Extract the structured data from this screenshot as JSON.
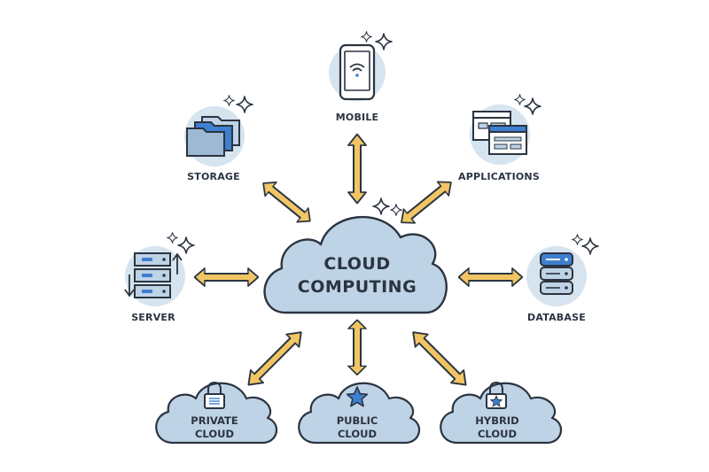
{
  "center": {
    "line1": "CLOUD",
    "line2": "COMPUTING"
  },
  "nodes": {
    "mobile": "MOBILE",
    "storage": "STORAGE",
    "applications": "APPLICATIONS",
    "server": "SERVER",
    "database": "DATABASE"
  },
  "clouds": {
    "private": {
      "line1": "PRIVATE",
      "line2": "CLOUD"
    },
    "public": {
      "line1": "PUBLIC",
      "line2": "CLOUD"
    },
    "hybrid": {
      "line1": "HYBRID",
      "line2": "CLOUD"
    }
  },
  "colors": {
    "cloud_fill": "#bfd3e6",
    "icon_bg": "#d6e4f0",
    "outline": "#2b3440",
    "arrow_fill": "#f2c564",
    "accent_blue": "#3f7fd1"
  }
}
